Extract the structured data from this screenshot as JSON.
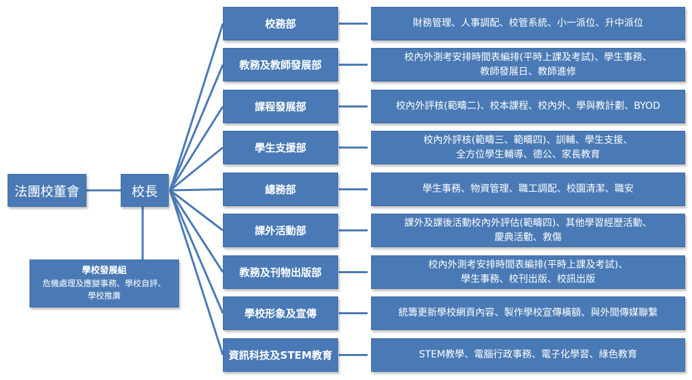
{
  "root": "法團校董會",
  "principal": "校長",
  "dev_group": {
    "title": "學校發展組",
    "lines": [
      "危機處理及應變事務、學校自評、",
      "學校推廣"
    ]
  },
  "departments": [
    {
      "name": "校務部",
      "desc": [
        "財務管理、人事調配、校管系統、小一派位、升中派位"
      ]
    },
    {
      "name": "教務及教師發展部",
      "desc": [
        "校內外測考安排時間表編排(平時上課及考試)、學生事務、",
        "教師發展日、教師進修"
      ]
    },
    {
      "name": "課程發展部",
      "desc": [
        "校內外評核(範疇二)、校本課程、校內外、學與教計劃、BYOD"
      ]
    },
    {
      "name": "學生支援部",
      "desc": [
        "校內外評核(範疇三、範疇四)、訓輔、學生支援、",
        "全方位學生輔導、德公、家長教育"
      ]
    },
    {
      "name": "總務部",
      "desc": [
        "學生事務、物資管理、職工調配、校園清潔、職安"
      ]
    },
    {
      "name": "課外活動部",
      "desc": [
        "課外及課後活動校內外評估(範疇四)、其他學習經歷活動、",
        "慶典活動、救傷"
      ]
    },
    {
      "name": "教務及刊物出版部",
      "desc": [
        "校內外測考安排時間表編排(平時上課及考試)、",
        "學生事務、校刊出版、校訊出版"
      ]
    },
    {
      "name": "學校形象及宣傳",
      "desc": [
        "統籌更新學校網頁內容、製作學校宣傳橫額、與外間傳媒聯繫"
      ]
    },
    {
      "name": "資訊科技及STEM教育",
      "desc": [
        "STEM教學、電腦行政事務、電子化學習、綠色教育"
      ]
    }
  ]
}
